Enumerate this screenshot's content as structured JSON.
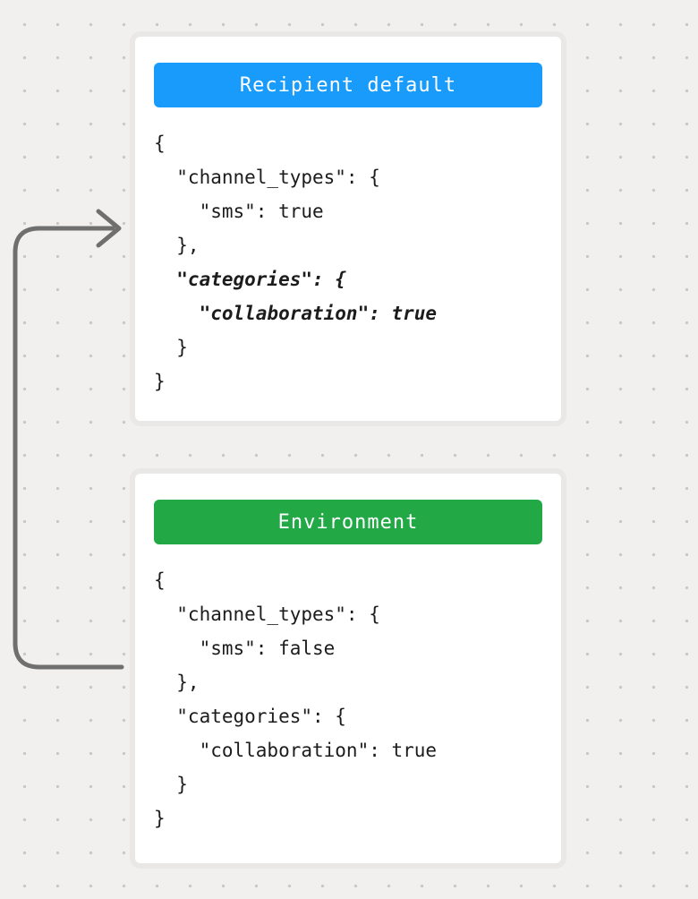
{
  "background": {
    "color": "#f1f0ef",
    "dot_color": "#c8c8c8"
  },
  "arrow": {
    "color": "#6f6f6f"
  },
  "cards": [
    {
      "title": "Recipient default",
      "header_color": "#189bfa",
      "lines": [
        {
          "text": "{",
          "em": "false"
        },
        {
          "text": "  \"channel_types\": {",
          "em": "false"
        },
        {
          "text": "    \"sms\": true",
          "em": "false"
        },
        {
          "text": "  },",
          "em": "false"
        },
        {
          "text": "  \"categories\": {",
          "em": "true"
        },
        {
          "text": "    \"collaboration\": true",
          "em": "true"
        },
        {
          "text": "  }",
          "em": "false"
        },
        {
          "text": "}",
          "em": "false"
        }
      ]
    },
    {
      "title": "Environment",
      "header_color": "#23a846",
      "lines": [
        {
          "text": "{",
          "em": "false"
        },
        {
          "text": "  \"channel_types\": {",
          "em": "false"
        },
        {
          "text": "    \"sms\": false",
          "em": "false"
        },
        {
          "text": "  },",
          "em": "false"
        },
        {
          "text": "  \"categories\": {",
          "em": "false"
        },
        {
          "text": "    \"collaboration\": true",
          "em": "false"
        },
        {
          "text": "  }",
          "em": "false"
        },
        {
          "text": "}",
          "em": "false"
        }
      ]
    }
  ]
}
